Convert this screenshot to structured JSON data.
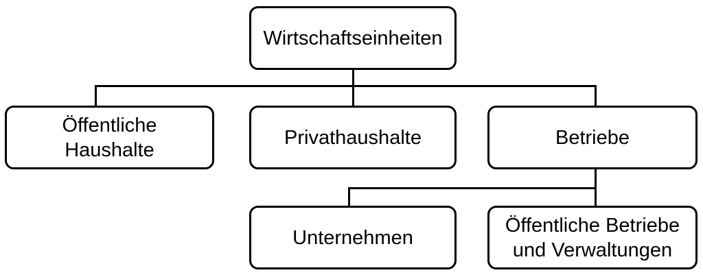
{
  "diagram": {
    "type": "tree",
    "colors": {
      "background": "#ffffff",
      "node_fill": "#ffffff",
      "node_stroke": "#000000",
      "text": "#000000"
    },
    "nodes": {
      "root": {
        "label": "Wirtschaftseinheiten"
      },
      "public_households": {
        "label": "Öffentliche Haushalte"
      },
      "private_households": {
        "label": "Privathaushalte"
      },
      "enterprises": {
        "label": "Betriebe"
      },
      "companies": {
        "label": "Unternehmen"
      },
      "public_enterprises": {
        "label": "Öffentliche Betriebe und Verwaltungen"
      }
    },
    "edges": [
      [
        "root",
        "public_households"
      ],
      [
        "root",
        "private_households"
      ],
      [
        "root",
        "enterprises"
      ],
      [
        "enterprises",
        "companies"
      ],
      [
        "enterprises",
        "public_enterprises"
      ]
    ]
  }
}
